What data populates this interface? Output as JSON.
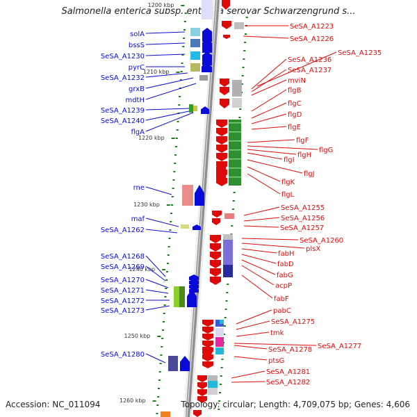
{
  "title": "Salmonella enterica subsp. enterica serovar Schwarzengrund s...",
  "footer": {
    "accession": "Accession: NC_011094",
    "summary": "Topology: circular; Length: 4,709,075 bp; Genes: 4,606"
  },
  "colors": {
    "left_strand": "#0a0ad8",
    "right_strand": "#dd0a0a",
    "axis": "#8e8e8e",
    "tick": "#1d7a1d"
  },
  "kbp_labels": [
    {
      "label": "1200 kbp",
      "kbp": 1200
    },
    {
      "label": "1210 kbp",
      "kbp": 1210
    },
    {
      "label": "1220 kbp",
      "kbp": 1220
    },
    {
      "label": "1230 kbp",
      "kbp": 1230
    },
    {
      "label": "1240 kbp",
      "kbp": 1240
    },
    {
      "label": "1250 kbp",
      "kbp": 1250
    },
    {
      "label": "1260 kbp",
      "kbp": 1260
    }
  ],
  "left_genes": [
    "solA",
    "bssS",
    "SeSA_A1230",
    "pyrC",
    "SeSA_A1232",
    "grxB",
    "mdtH",
    "SeSA_A1239",
    "SeSA_A1240",
    "flgA",
    "rne",
    "maf",
    "SeSA_A1262",
    "SeSA_A1268",
    "SeSA_A1269",
    "SeSA_A1270",
    "SeSA_A1271",
    "SeSA_A1272",
    "SeSA_A1273",
    "SeSA_A1280"
  ],
  "right_genes": [
    "SeSA_A1223",
    "SeSA_A1226",
    "SeSA_A1235",
    "SeSA_A1236",
    "SeSA_A1237",
    "mviN",
    "flgB",
    "flgC",
    "flgD",
    "flgE",
    "flgF",
    "flgG",
    "flgH",
    "flgI",
    "flgJ",
    "flgK",
    "flgL",
    "SeSA_A1255",
    "SeSA_A1256",
    "SeSA_A1257",
    "SeSA_A1260",
    "plsX",
    "fabH",
    "fabD",
    "fabG",
    "acpP",
    "fabF",
    "pabC",
    "SeSA_A1275",
    "tmk",
    "SeSA_A1277",
    "SeSA_A1278",
    "ptsG",
    "SeSA_A1281",
    "SeSA_A1282"
  ]
}
